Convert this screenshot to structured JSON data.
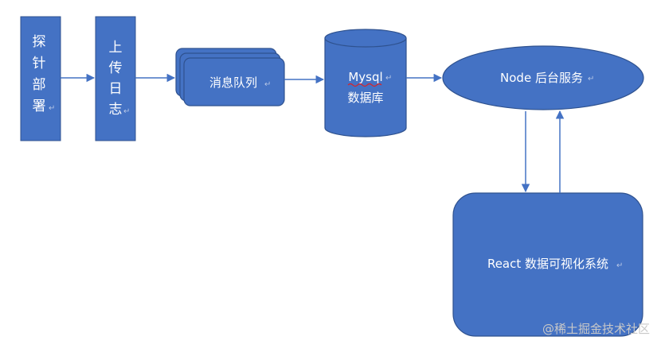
{
  "diagram": {
    "nodes": {
      "probe_deploy": {
        "chars": [
          "探",
          "针",
          "部",
          "署"
        ]
      },
      "upload_log": {
        "chars": [
          "上",
          "传",
          "日",
          "志"
        ]
      },
      "message_queue": {
        "label": "消息队列"
      },
      "mysql": {
        "line1": "Mysql",
        "line2": "数据库"
      },
      "node_backend": {
        "label": "Node 后台服务"
      },
      "react_viz": {
        "label": "React 数据可视化系统"
      }
    },
    "paragraph_mark": "↵"
  },
  "watermark": {
    "text": "@稀土掘金技术社区"
  },
  "colors": {
    "fill": "#4472c4",
    "stroke": "#2f528f",
    "text": "#ffffff",
    "arrow": "#4472c4",
    "spell_underline": "#e02020"
  }
}
